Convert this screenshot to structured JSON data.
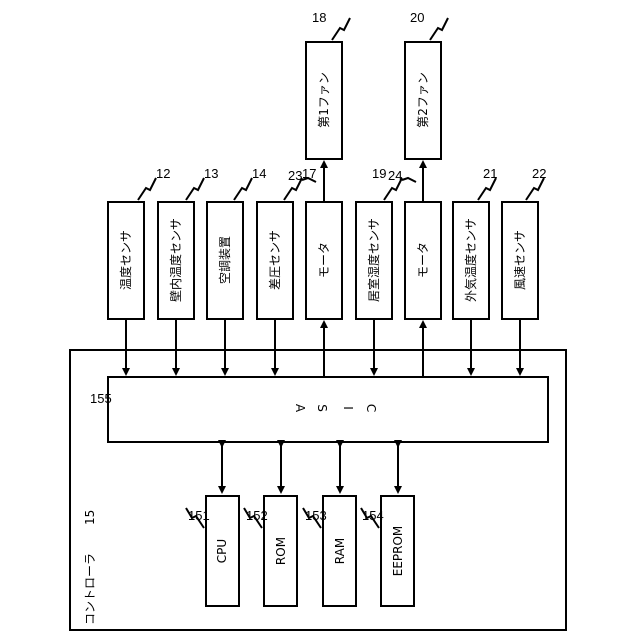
{
  "sensors": [
    {
      "label": "温度センサ",
      "ref": "12"
    },
    {
      "label": "壁内温度センサ",
      "ref": "13"
    },
    {
      "label": "空調装置",
      "ref": "14"
    },
    {
      "label": "差圧センサ",
      "ref": "17"
    },
    {
      "label": "モータ",
      "ref": "23"
    },
    {
      "label": "居室湿度センサ",
      "ref": "19"
    },
    {
      "label": "モータ",
      "ref": "24"
    },
    {
      "label": "外気温度センサ",
      "ref": "21"
    },
    {
      "label": "風速センサ",
      "ref": "22"
    }
  ],
  "fans": [
    {
      "label": "第1ファン",
      "ref": "18"
    },
    {
      "label": "第2ファン",
      "ref": "20"
    }
  ],
  "asic": {
    "letters": [
      "A",
      "S",
      "I",
      "C"
    ],
    "ref": "155"
  },
  "chips": [
    {
      "label": "CPU",
      "ref": "151"
    },
    {
      "label": "ROM",
      "ref": "152"
    },
    {
      "label": "RAM",
      "ref": "153"
    },
    {
      "label": "EEPROM",
      "ref": "154"
    }
  ],
  "controller": {
    "label": "コントローラ",
    "ref": "15"
  }
}
